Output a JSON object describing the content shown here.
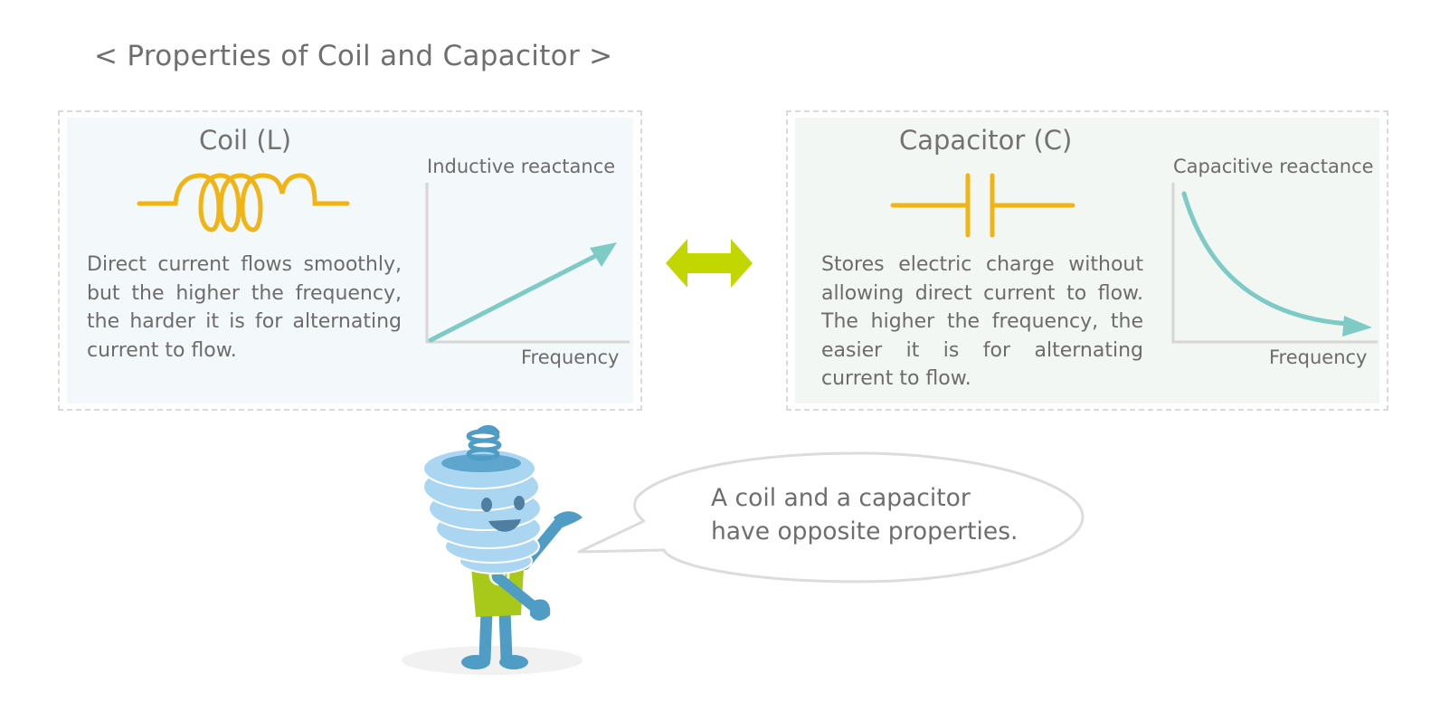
{
  "title": "< Properties of Coil and Capacitor >",
  "coil": {
    "heading": "Coil (L)",
    "description": "Direct current flows smoothly, but the higher the frequency, the harder it is for alternating current to flow.",
    "chart": {
      "ylabel": "Inductive reactance",
      "xlabel": "Frequency",
      "trend": "increasing"
    }
  },
  "capacitor": {
    "heading": "Capacitor (C)",
    "description": "Stores electric charge without allowing direct current to flow. The higher the frequency, the easier it is for alternating current to flow.",
    "chart": {
      "ylabel": "Capacitive reactance",
      "xlabel": "Frequency",
      "trend": "decreasing"
    }
  },
  "speech": {
    "line1": "A coil and a capacitor",
    "line2": "have opposite properties."
  },
  "colors": {
    "symbol": "#f0b414",
    "curve": "#7ecbc6",
    "double_arrow": "#c2d600",
    "axis": "#d6d6d6"
  },
  "icons": [
    "coil-symbol-icon",
    "capacitor-symbol-icon",
    "double-arrow-icon",
    "mascot-character"
  ]
}
